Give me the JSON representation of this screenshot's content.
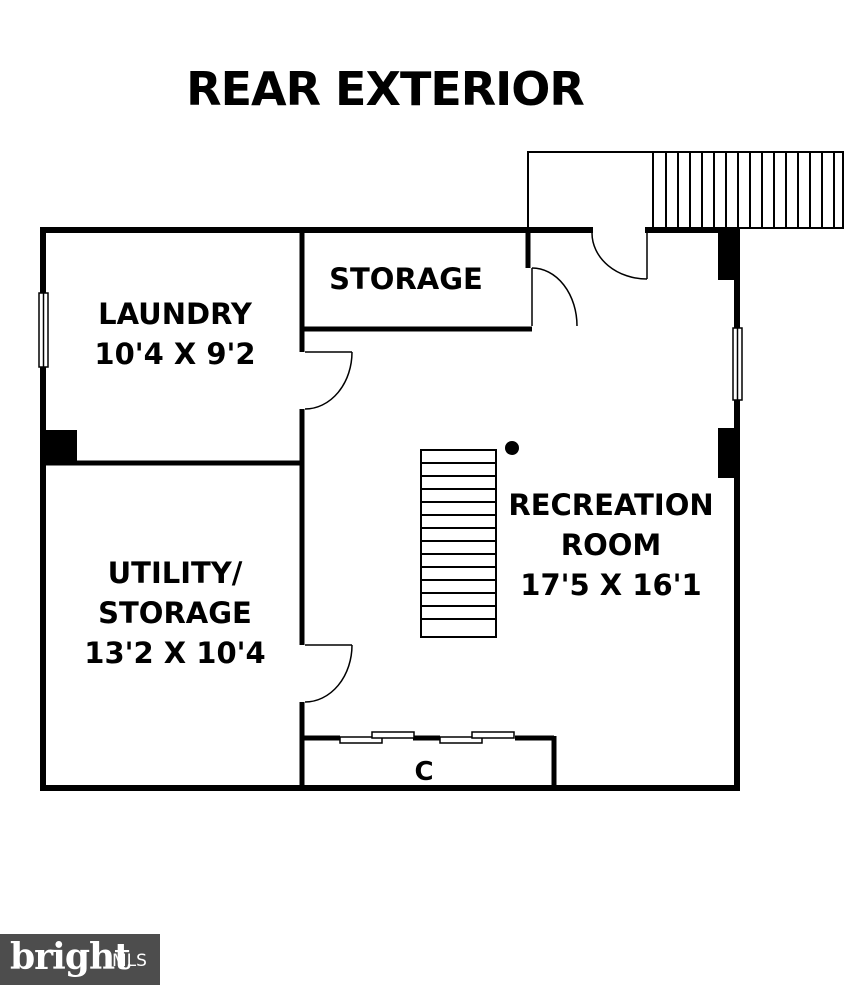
{
  "title": "REAR EXTERIOR",
  "rooms": {
    "laundry": {
      "name": "LAUNDRY",
      "dims": "10'4 X 9'2"
    },
    "storage": {
      "name": "STORAGE"
    },
    "utility": {
      "name_line1": "UTILITY/",
      "name_line2": "STORAGE",
      "dims": "13'2 X 10'4"
    },
    "recreation": {
      "name_line1": "RECREATION",
      "name_line2": "ROOM",
      "dims": "17'5 X 16'1"
    },
    "closet": {
      "name": "C"
    }
  },
  "watermark": {
    "brand": "bright",
    "suffix": "MLS"
  },
  "colors": {
    "wall": "#000000",
    "background": "#ffffff",
    "watermark_bg": "#4d4d4d",
    "watermark_text": "#ffffff"
  }
}
